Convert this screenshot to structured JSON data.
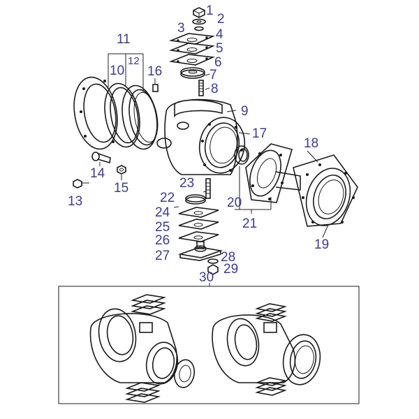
{
  "callouts": [
    {
      "id": "1",
      "text": "1"
    },
    {
      "id": "2",
      "text": "2"
    },
    {
      "id": "3",
      "text": "3"
    },
    {
      "id": "4",
      "text": "4"
    },
    {
      "id": "5",
      "text": "5"
    },
    {
      "id": "6",
      "text": "6"
    },
    {
      "id": "7",
      "text": "7"
    },
    {
      "id": "8",
      "text": "8"
    },
    {
      "id": "9",
      "text": "9"
    },
    {
      "id": "10",
      "text": "10"
    },
    {
      "id": "11",
      "text": "11"
    },
    {
      "id": "12",
      "text": "12"
    },
    {
      "id": "13",
      "text": "13"
    },
    {
      "id": "14",
      "text": "14"
    },
    {
      "id": "15",
      "text": "15"
    },
    {
      "id": "16",
      "text": "16"
    },
    {
      "id": "17",
      "text": "17"
    },
    {
      "id": "18",
      "text": "18"
    },
    {
      "id": "19",
      "text": "19"
    },
    {
      "id": "20",
      "text": "20"
    },
    {
      "id": "21",
      "text": "21"
    },
    {
      "id": "22",
      "text": "22"
    },
    {
      "id": "23",
      "text": "23"
    },
    {
      "id": "24",
      "text": "24"
    },
    {
      "id": "25",
      "text": "25"
    },
    {
      "id": "26",
      "text": "26"
    },
    {
      "id": "27",
      "text": "27"
    },
    {
      "id": "28",
      "text": "28"
    },
    {
      "id": "29",
      "text": "29"
    },
    {
      "id": "30",
      "text": "30"
    }
  ],
  "colors": {
    "callout_text": "#3c3c8c",
    "line_art": "#1a1a1a",
    "background": "#ffffff"
  }
}
